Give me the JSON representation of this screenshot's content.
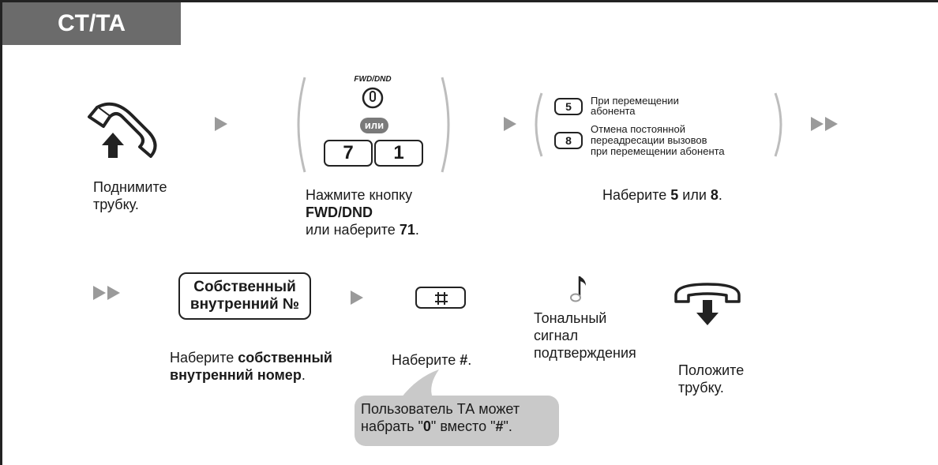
{
  "header": {
    "title": "CT/TA"
  },
  "step1": {
    "line1": "Поднимите",
    "line2": "трубку."
  },
  "step2": {
    "fwd_label": "FWD/DND",
    "or_label": "или",
    "key1": "7",
    "key2": "1",
    "line1": "Нажмите кнопку",
    "bold_key": "FWD",
    "slash": "/",
    "bold_key2": "DND",
    "line3_pre": "или наберите ",
    "line3_bold": "71",
    "line3_post": "."
  },
  "step3": {
    "key5": "5",
    "key5_text1": "При перемещении",
    "key5_text2": "абонента",
    "key8": "8",
    "key8_text1": "Отмена постоянной",
    "key8_text2": "переадресации вызовов",
    "key8_text3": "при перемещении абонента",
    "caption_pre": "Наберите ",
    "caption_b1": "5",
    "caption_mid": " или ",
    "caption_b2": "8",
    "caption_post": "."
  },
  "step4": {
    "box_line1": "Собственный",
    "box_line2": "внутренний №",
    "caption_pre": "Наберите ",
    "caption_b1": "собственный",
    "caption_b2": "внутренний номер",
    "caption_post": "."
  },
  "step5": {
    "caption_pre": "Наберите ",
    "caption_bold": "#",
    "caption_post": ".",
    "bubble_line1": "Пользователь ТА может",
    "bubble_pre": "набрать \"",
    "bubble_b1": "0",
    "bubble_mid": "\" вместо \"",
    "bubble_b2": "#",
    "bubble_post": "\"."
  },
  "step6": {
    "line1": "Тональный",
    "line2": "сигнал",
    "line3": "подтверждения"
  },
  "step7": {
    "line1": "Положите",
    "line2": "трубку."
  }
}
